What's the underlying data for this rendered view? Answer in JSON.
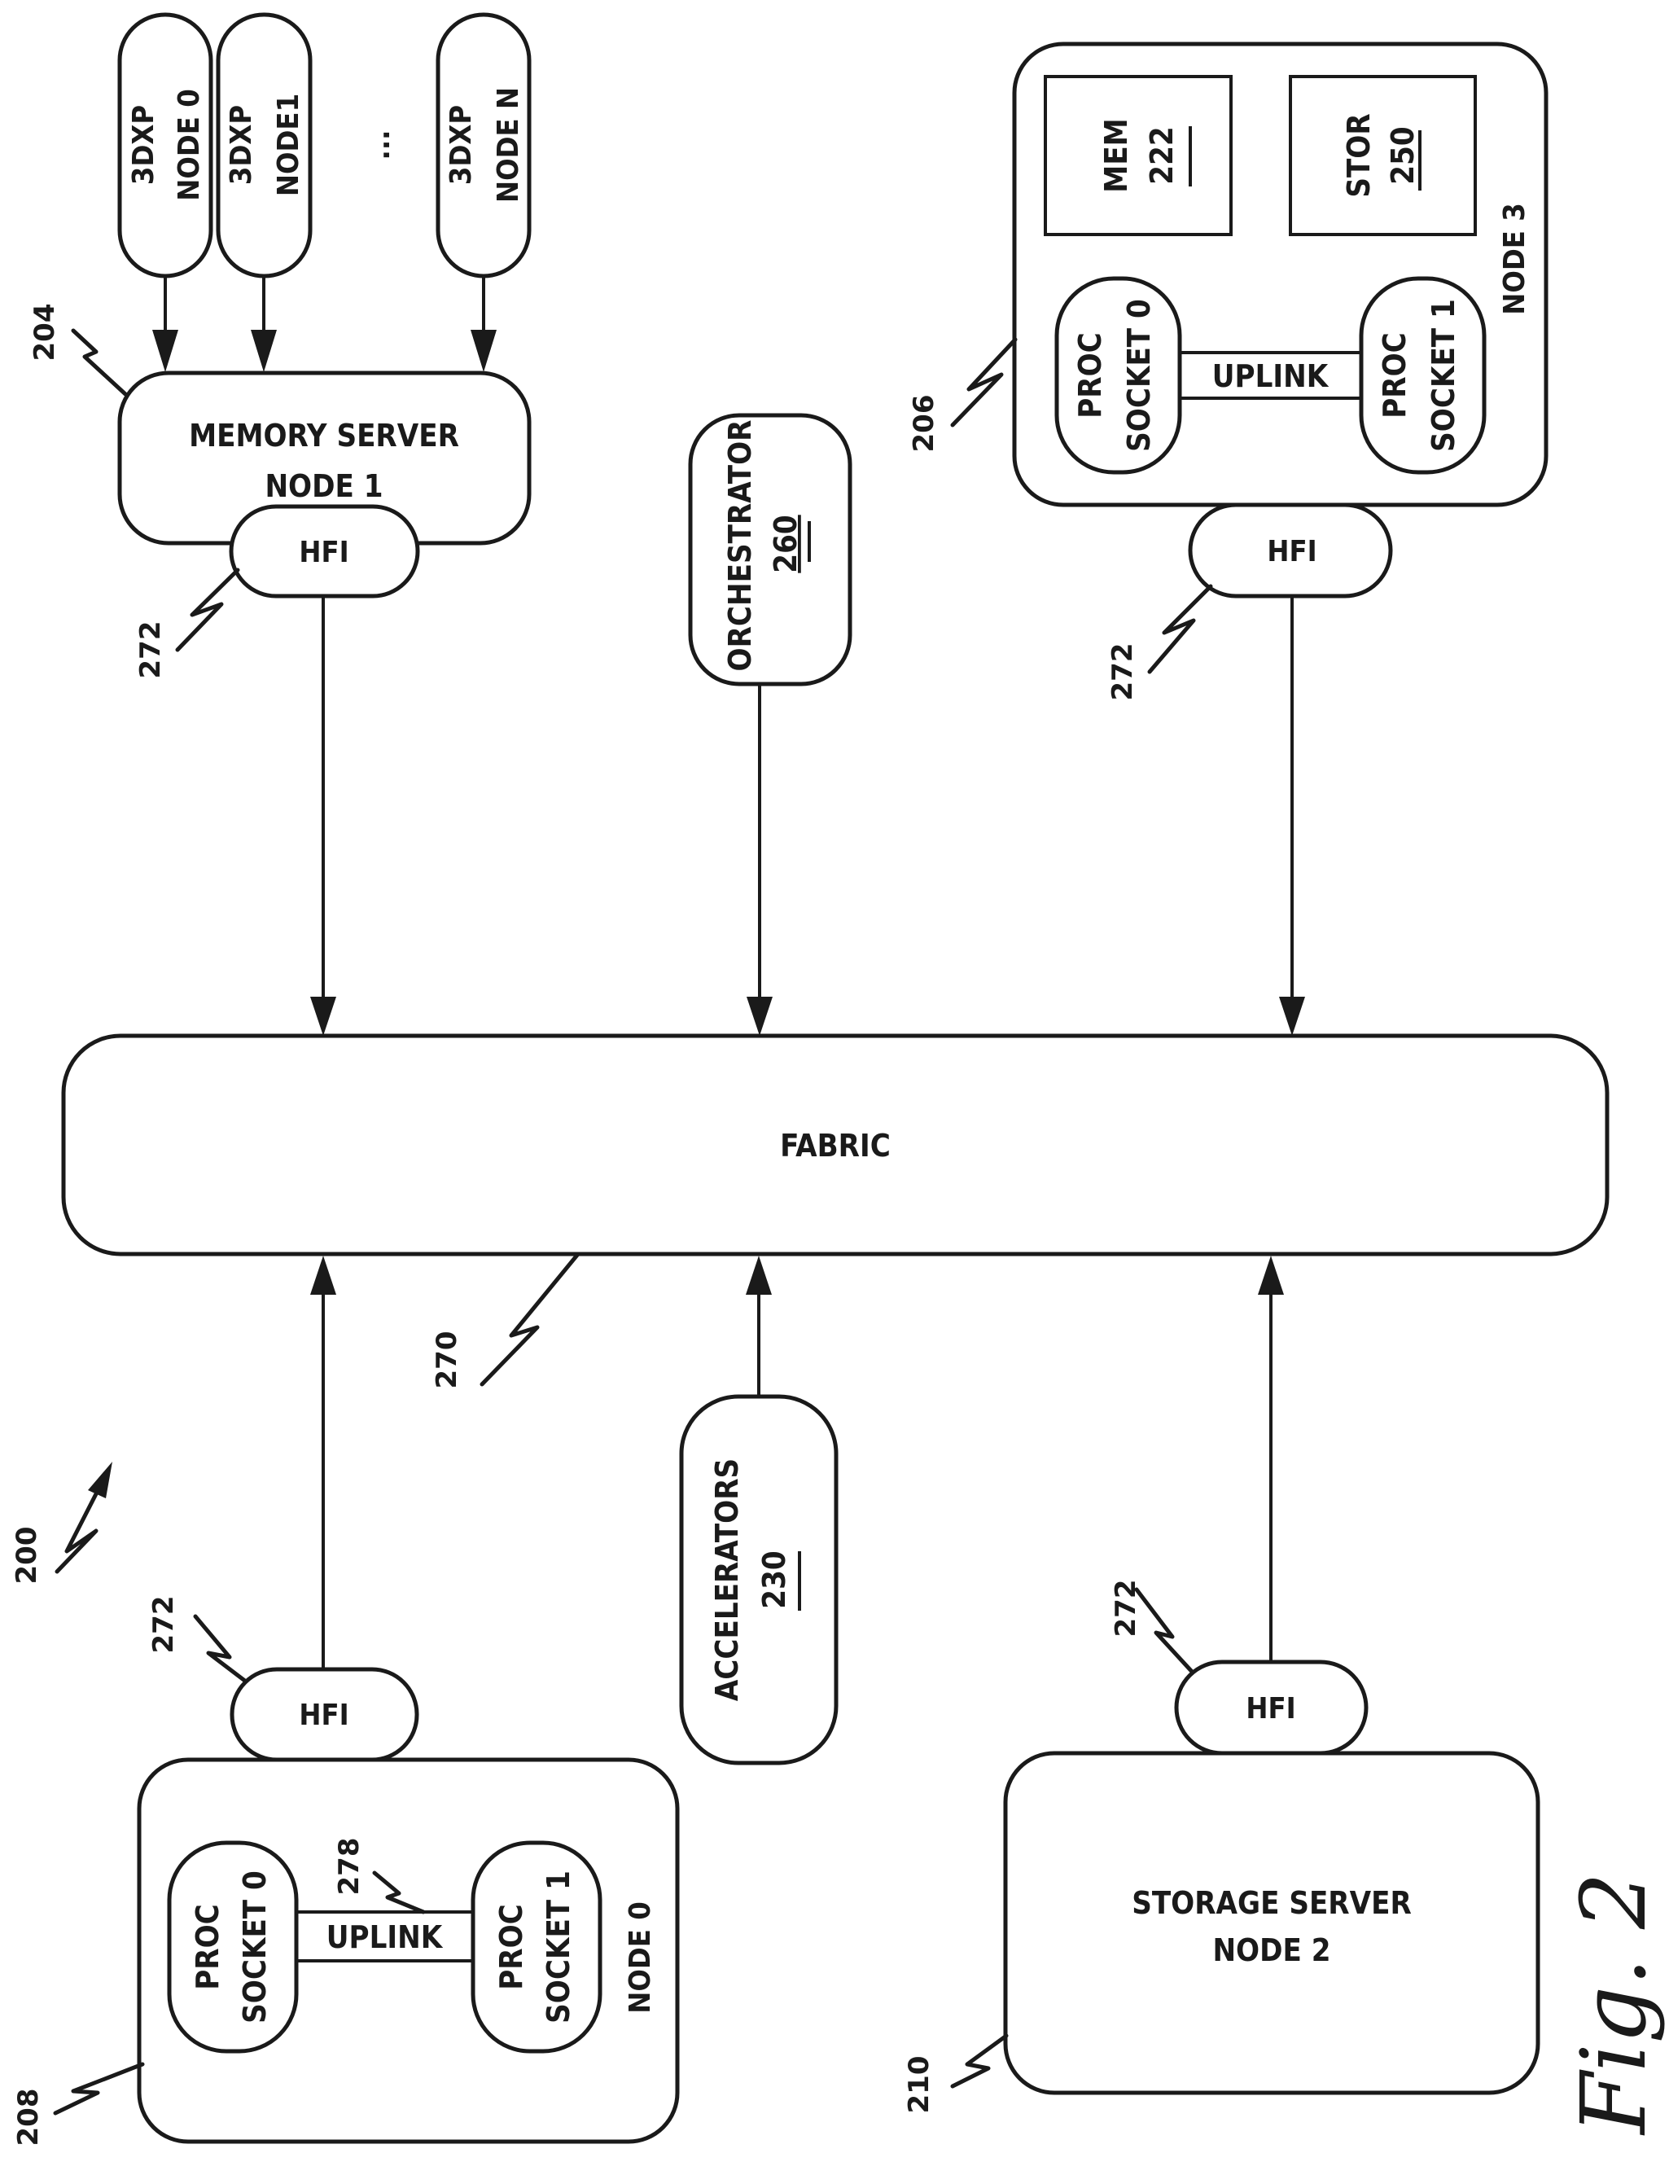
{
  "figure": {
    "figure_label": "Fig. 2",
    "system_ref": "200"
  },
  "memory_server": {
    "ref": "204",
    "line1": "MEMORY SERVER",
    "line2": "NODE 1",
    "hfi_label": "HFI",
    "hfi_ref": "272",
    "dimms": [
      {
        "line1": "3DXP",
        "line2": "NODE 0"
      },
      {
        "line1": "3DXP",
        "line2": "NODE1"
      },
      {
        "line1": "3DXP",
        "line2": "NODE N"
      }
    ],
    "ellipsis": "..."
  },
  "orchestrator": {
    "label": "ORCHESTRATOR",
    "ref": "260"
  },
  "node3": {
    "ref": "206",
    "label": "NODE 3",
    "mem_label": "MEM",
    "mem_ref": "222",
    "stor_label": "STOR",
    "stor_ref": "250",
    "socket0": {
      "line1": "PROC",
      "line2": "SOCKET 0"
    },
    "socket1": {
      "line1": "PROC",
      "line2": "SOCKET 1"
    },
    "uplink_label": "UPLINK",
    "hfi_label": "HFI",
    "hfi_ref": "272"
  },
  "fabric": {
    "label": "FABRIC",
    "ref": "270"
  },
  "accelerators": {
    "label": "ACCELERATORS",
    "ref": "230"
  },
  "node0": {
    "ref": "208",
    "label": "NODE 0",
    "socket0": {
      "line1": "PROC",
      "line2": "SOCKET 0"
    },
    "socket1": {
      "line1": "PROC",
      "line2": "SOCKET 1"
    },
    "uplink_label": "UPLINK",
    "uplink_ref": "278",
    "hfi_label": "HFI",
    "hfi_ref": "272"
  },
  "storage_server": {
    "ref": "210",
    "line1": "STORAGE SERVER",
    "line2": "NODE 2",
    "hfi_label": "HFI",
    "hfi_ref": "272"
  }
}
